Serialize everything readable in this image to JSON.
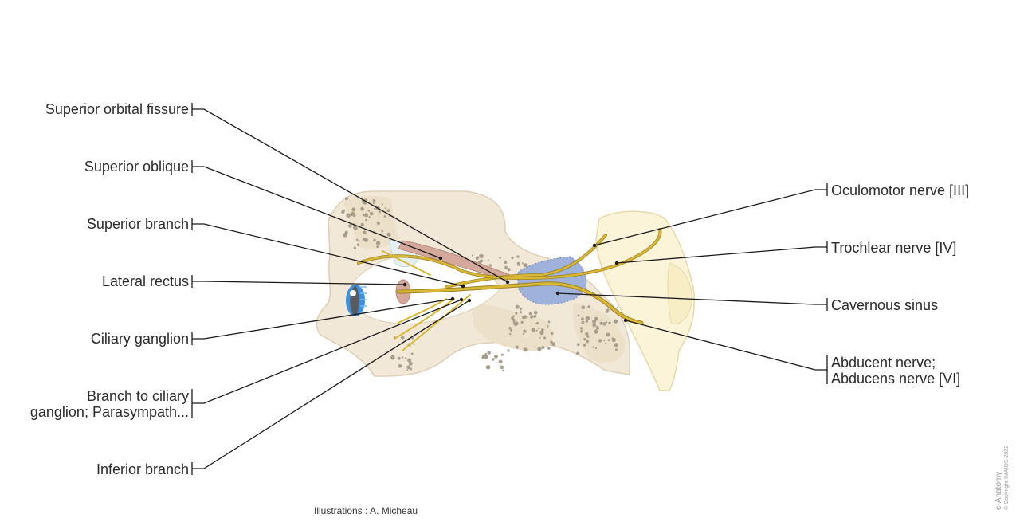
{
  "labels_left": [
    {
      "lines": [
        "Superior orbital fissure"
      ]
    },
    {
      "lines": [
        "Superior oblique"
      ]
    },
    {
      "lines": [
        "Superior branch"
      ]
    },
    {
      "lines": [
        "Lateral rectus"
      ]
    },
    {
      "lines": [
        "Ciliary ganglion"
      ]
    },
    {
      "lines": [
        "Branch to ciliary",
        "ganglion; Parasympath..."
      ]
    },
    {
      "lines": [
        "Inferior branch"
      ]
    }
  ],
  "labels_right": [
    {
      "lines": [
        "Oculomotor nerve [III]"
      ]
    },
    {
      "lines": [
        "Trochlear nerve [IV]"
      ]
    },
    {
      "lines": [
        "Cavernous sinus"
      ]
    },
    {
      "lines": [
        "Abducent nerve;",
        "Abducens nerve [VI]"
      ]
    }
  ],
  "credit": "Illustrations : A. Micheau",
  "watermark": {
    "brand": "e-Anatomy",
    "copyright": "© Copyright IMAIOS 2022"
  },
  "colors": {
    "bone": "#f2e8d8",
    "bone_edge": "#d9ccb4",
    "marrow": "#a89e8c",
    "nerve": "#d9b737",
    "nerve_edge": "#9c8420",
    "sinus": "#9fb2dc",
    "muscle": "#d4a89a",
    "eye": "#3d8fe0",
    "leader": "#1a1a1a",
    "pale_bone": "#fbf4d9"
  }
}
